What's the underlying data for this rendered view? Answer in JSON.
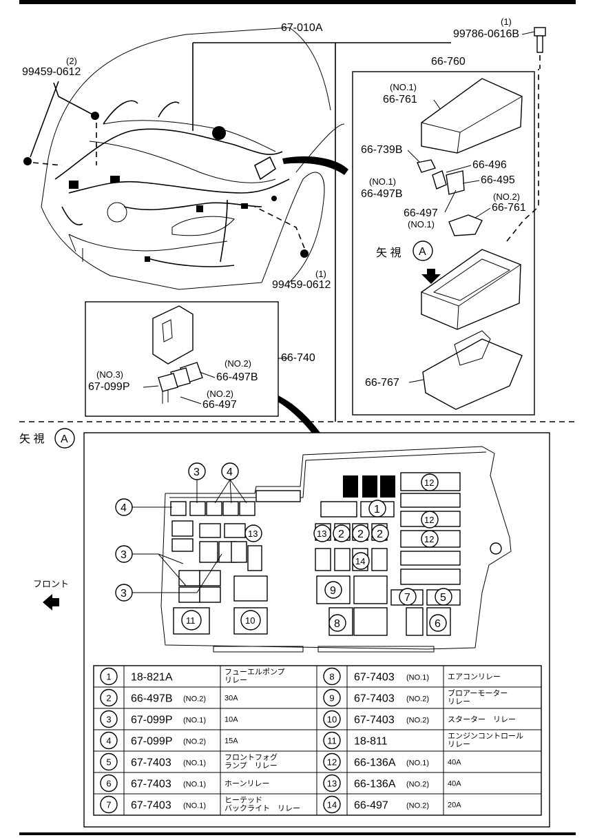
{
  "callouts": {
    "harness": "67-010A",
    "bolt_top_qty": "(1)",
    "bolt_top": "99786-0616B",
    "bolt_left_qty": "(2)",
    "bolt_left": "99459-0612",
    "bolt_bottom_qty": "(1)",
    "bolt_bottom": "99459-0612",
    "box_assy": "66-760",
    "cover_no": "(NO.1)",
    "cover": "66-761",
    "fuse_739": "66-739B",
    "fuse_496": "66-496",
    "fuse_497b_no": "(NO.1)",
    "fuse_497b": "66-497B",
    "fuse_495": "66-495",
    "fuse_497": "66-497",
    "fuse_497_no": "(NO.1)",
    "cover2_no": "(NO.2)",
    "cover2": "66-761",
    "view_label": "矢 視",
    "view_letter": "A",
    "lower_case": "66-767",
    "relay_box": "66-740",
    "r_no3": "(NO.3)",
    "r_099p": "67-099P",
    "r_no2a": "(NO.2)",
    "r_497b": "66-497B",
    "r_no2b": "(NO.2)",
    "r_497": "66-497",
    "front": "フロント"
  },
  "layout_numbers": {
    "c1": "1",
    "c2": "2",
    "c3": "3",
    "c4": "4",
    "c5": "5",
    "c6": "6",
    "c7": "7",
    "c8": "8",
    "c9": "9",
    "c10": "10",
    "c11": "11",
    "c12": "12",
    "c13": "13",
    "c14": "14"
  },
  "legend": [
    {
      "num": "1",
      "part": "18-821A",
      "note": "",
      "desc": "フューエルポンプ\nリレー"
    },
    {
      "num": "2",
      "part": "66-497B",
      "note": "(NO.2)",
      "desc": "30A"
    },
    {
      "num": "3",
      "part": "67-099P",
      "note": "(NO.1)",
      "desc": "10A"
    },
    {
      "num": "4",
      "part": "67-099P",
      "note": "(NO.2)",
      "desc": "15A"
    },
    {
      "num": "5",
      "part": "67-7403",
      "note": "(NO.1)",
      "desc": "フロントフォグ\nランプ　リレー"
    },
    {
      "num": "6",
      "part": "67-7403",
      "note": "(NO.1)",
      "desc": "ホーンリレー"
    },
    {
      "num": "7",
      "part": "67-7403",
      "note": "(NO.1)",
      "desc": "ヒーテッド\nバックライト　リレー"
    },
    {
      "num": "8",
      "part": "67-7403",
      "note": "(NO.1)",
      "desc": "エアコンリレー"
    },
    {
      "num": "9",
      "part": "67-7403",
      "note": "(NO.2)",
      "desc": "ブロアーモーター\nリレー"
    },
    {
      "num": "10",
      "part": "67-7403",
      "note": "(NO.2)",
      "desc": "スターター　リレー"
    },
    {
      "num": "11",
      "part": "18-811",
      "note": "",
      "desc": "エンジンコントロール\nリレー"
    },
    {
      "num": "12",
      "part": "66-136A",
      "note": "(NO.1)",
      "desc": "40A"
    },
    {
      "num": "13",
      "part": "66-136A",
      "note": "(NO.2)",
      "desc": "40A"
    },
    {
      "num": "14",
      "part": "66-497",
      "note": "(NO.2)",
      "desc": "20A"
    }
  ]
}
